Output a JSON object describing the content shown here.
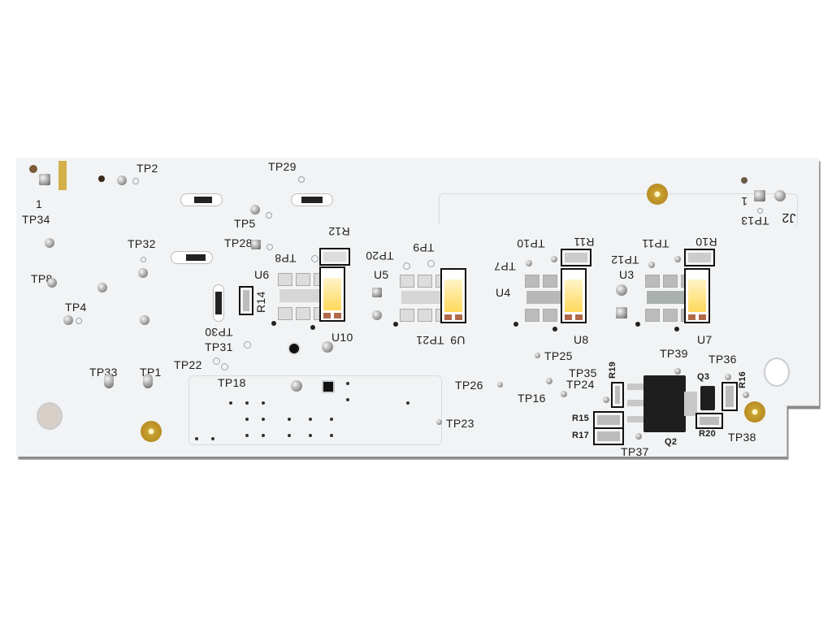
{
  "image": {
    "subject": "White LED driver printed circuit board, bottom view",
    "board_color": "#f1f3f4",
    "silkscreen_color": "#1e1e1e",
    "led_color": "#ffd95a",
    "gold_pad_color": "#c8a232"
  },
  "labels": {
    "tp2": "TP2",
    "tp29": "TP29",
    "tp34": "TP34",
    "tp5": "TP5",
    "tp28": "TP28",
    "tp32": "TP32",
    "tp8_left": "TP8",
    "tp4": "TP4",
    "tp30": "TP30",
    "tp31": "TP31",
    "tp22": "TP22",
    "tp18": "TP18",
    "tp33": "TP33",
    "tp1": "TP1",
    "tp23": "TP23",
    "tp26": "TP26",
    "tp25": "TP25",
    "tp16": "TP16",
    "tp24": "TP24",
    "tp35": "TP35",
    "tp37": "TP37",
    "tp39": "TP39",
    "tp36": "TP36",
    "tp38": "TP38",
    "tp8": "TP8",
    "tp20": "TP20",
    "tp9": "TP9",
    "tp21": "TP21",
    "tp10": "TP10",
    "tp7": "TP7",
    "tp11": "TP11",
    "tp12": "TP12",
    "tp13": "TP13",
    "r12": "R12",
    "r14": "R14",
    "r11": "R11",
    "r10": "R10",
    "r19": "R19",
    "r15": "R15",
    "r17": "R17",
    "r16": "R16",
    "r20": "R20",
    "u6": "U6",
    "u5": "U5",
    "u4": "U4",
    "u3": "U3",
    "u10": "U10",
    "u9": "U9",
    "u8": "U8",
    "u7": "U7",
    "q2": "Q2",
    "q3": "Q3",
    "j2": "J2",
    "pin1_left": "1",
    "pin1_right": "1"
  }
}
